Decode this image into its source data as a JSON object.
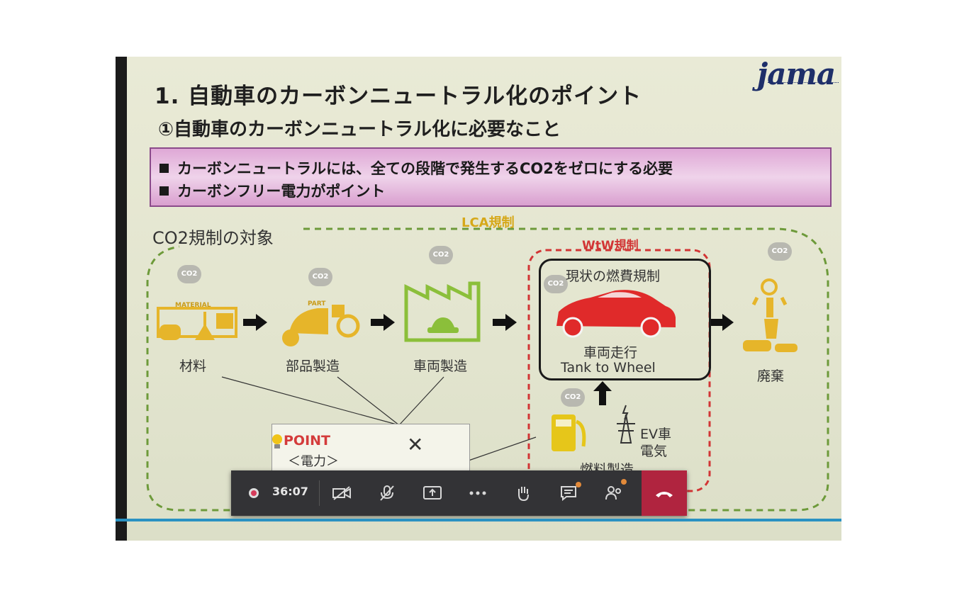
{
  "slide": {
    "title": "1. 自動車のカーボンニュートラル化のポイント",
    "subtitle": "①自動車のカーボンニュートラル化に必要なこと",
    "logo": "jama",
    "bullets": [
      "カーボンニュートラルには、全ての段階で発生するCO2をゼロにする必要",
      "カーボンフリー電力がポイント"
    ],
    "co2_target_label": "CO2規制の対象",
    "lca_label": "LCA規制",
    "wtw_label": "WtW規制",
    "current_regulation": "現状の燃費規制",
    "vehicle_running": "車両走行",
    "tank_to_wheel": "Tank to Wheel",
    "stages": [
      "材料",
      "部品製造",
      "車両製造",
      "廃棄"
    ],
    "fuel_production": "燃料製造",
    "ev_label_1": "EV車",
    "ev_label_2": "電気",
    "material_icon_text": "MATERIAL",
    "part_icon_text": "PART",
    "cloud_text": "CO2",
    "point_title": "POINT",
    "point_sub": "＜電力＞",
    "point_close": "✕"
  },
  "meeting_bar": {
    "timer": "36:07",
    "buttons": [
      "record-icon",
      "camera-off-icon",
      "mic-off-icon",
      "share-screen-icon",
      "more-icon",
      "raise-hand-icon",
      "chat-icon",
      "participants-icon",
      "hang-up-icon"
    ]
  },
  "colors": {
    "accent_pink": "#dfa8d6",
    "lca_green": "#6d9a3a",
    "wtw_red": "#d23535",
    "hangup_red": "#b0243f",
    "icon_yellow": "#e6b52a"
  }
}
